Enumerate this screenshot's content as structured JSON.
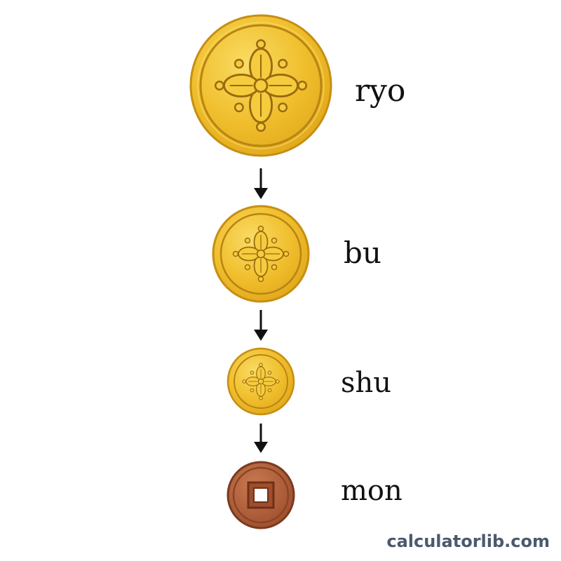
{
  "coins": [
    {
      "name": "ryo",
      "kind": "gold",
      "emblem": "flower-emblem"
    },
    {
      "name": "bu",
      "kind": "gold",
      "emblem": "flower-emblem"
    },
    {
      "name": "shu",
      "kind": "gold",
      "emblem": "flower-emblem"
    },
    {
      "name": "mon",
      "kind": "copper",
      "emblem": "square-hole"
    }
  ],
  "watermark": "calculatorlib.com",
  "colors": {
    "gold_face": "#F2C12E",
    "gold_light": "#F8D85A",
    "gold_edge": "#C68E12",
    "gold_line": "#9A6A10",
    "copper_face": "#B5603A",
    "copper_edge": "#7A3A20",
    "arrow": "#111111"
  }
}
